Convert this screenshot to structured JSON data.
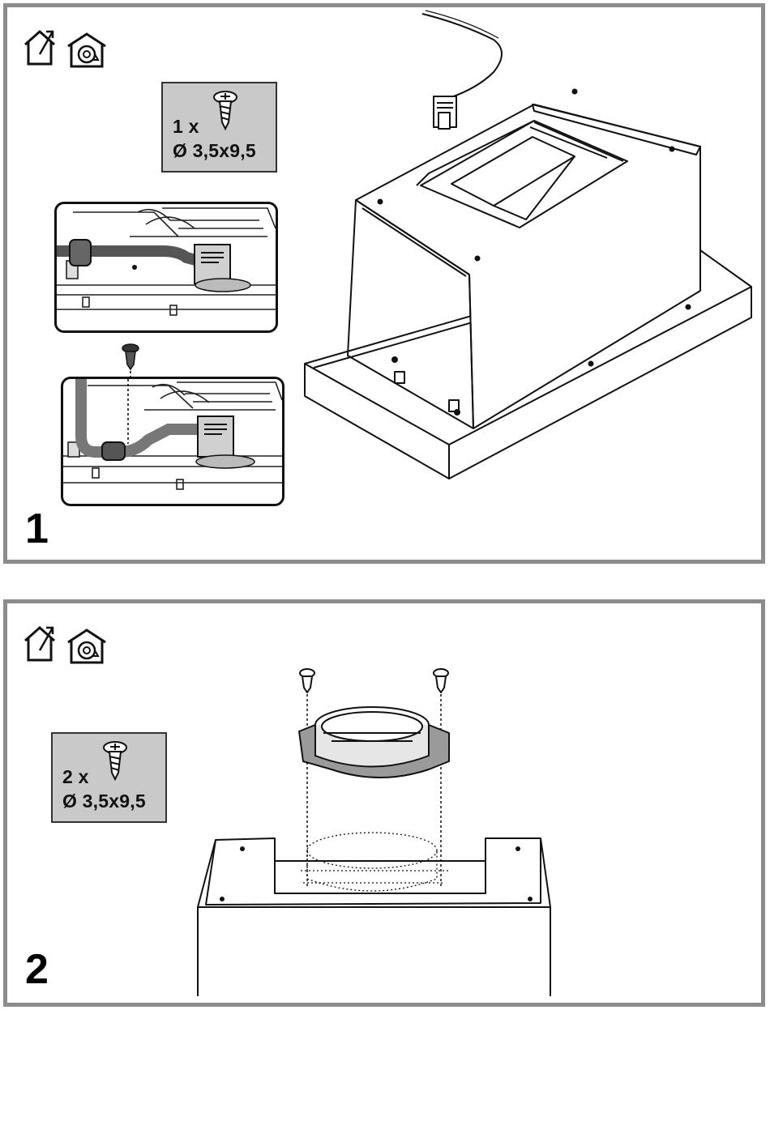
{
  "step1": {
    "number": "1",
    "screws": {
      "qty": "1 x",
      "dim": "Ø 3,5x9,5"
    },
    "icons": [
      "vent-exhaust-icon",
      "recirculation-icon"
    ]
  },
  "step2": {
    "number": "2",
    "screws": {
      "qty": "2 x",
      "dim": "Ø 3,5x9,5"
    },
    "icons": [
      "vent-exhaust-icon",
      "recirculation-icon"
    ]
  }
}
